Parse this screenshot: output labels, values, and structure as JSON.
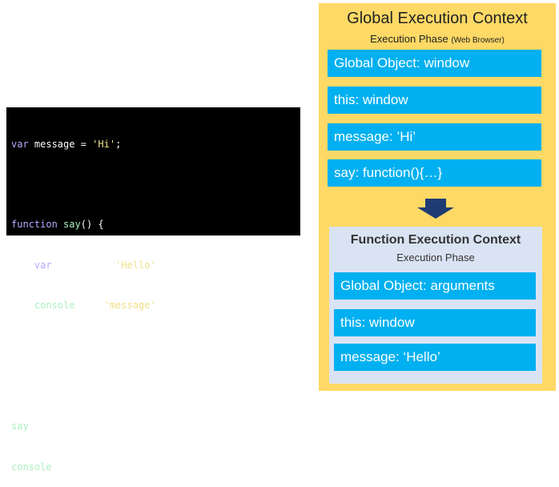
{
  "code": {
    "lines": [
      "var message = 'Hi';",
      "",
      "function say() {",
      "    var message = 'Hello';",
      "    console.log('message');",
      "}",
      "",
      "say();",
      "console.log(message);"
    ]
  },
  "global_context": {
    "title": "Global Execution Context",
    "phase": "Execution Phase",
    "phase_note": "(Web Browser)",
    "items": [
      "Global Object: window",
      "this: window",
      "message: ’Hi’",
      "say: function(){…}"
    ]
  },
  "function_context": {
    "title": "Function Execution Context",
    "phase": "Execution Phase",
    "items": [
      "Global Object: arguments",
      "this: window",
      "message: ‘Hello’"
    ]
  },
  "colors": {
    "global_bg": "#fed966",
    "function_bg": "#dae3f3",
    "item_bg": "#00b0f0",
    "arrow": "#1f3b73",
    "code_bg": "#000000"
  }
}
